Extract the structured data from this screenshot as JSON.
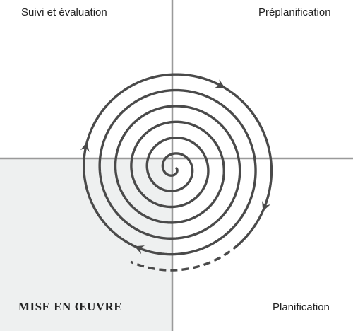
{
  "quadrants": {
    "top_left": "Suivi et évaluation",
    "top_right": "Préplanification",
    "bottom_right": "Planification",
    "bottom_left": "MISE EN ŒUVRE"
  },
  "colors": {
    "axis": "#9a9a9a",
    "spiral": "#4a4a4a",
    "shade": "#eef0f0",
    "text": "#222222"
  }
}
